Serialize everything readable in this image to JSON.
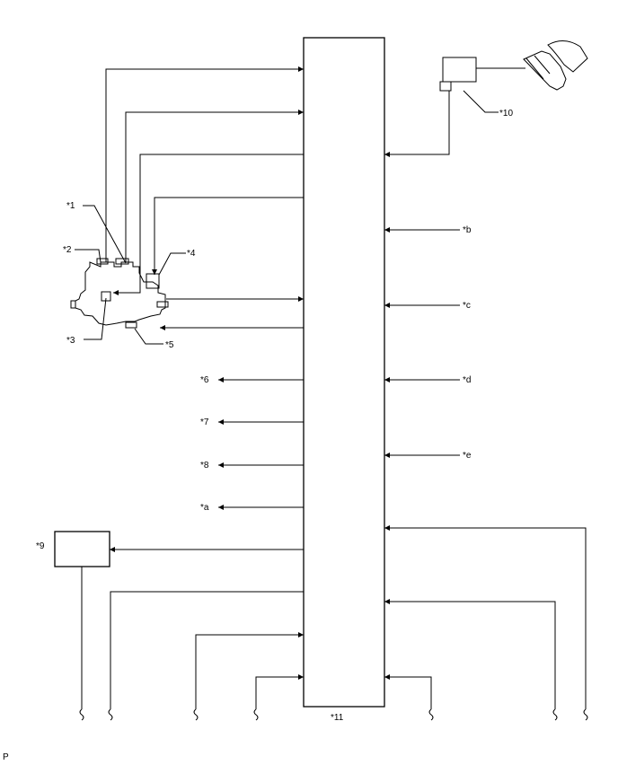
{
  "labels": {
    "l1": "*1",
    "l2": "*2",
    "l3": "*3",
    "l4": "*4",
    "l5": "*5",
    "l6": "*6",
    "l7": "*7",
    "l8": "*8",
    "l9": "*9",
    "l10": "*10",
    "l11": "*11",
    "la": "*a",
    "lb": "*b",
    "lc": "*c",
    "ld": "*d",
    "le": "*e"
  },
  "footer": {
    "code": "P"
  }
}
